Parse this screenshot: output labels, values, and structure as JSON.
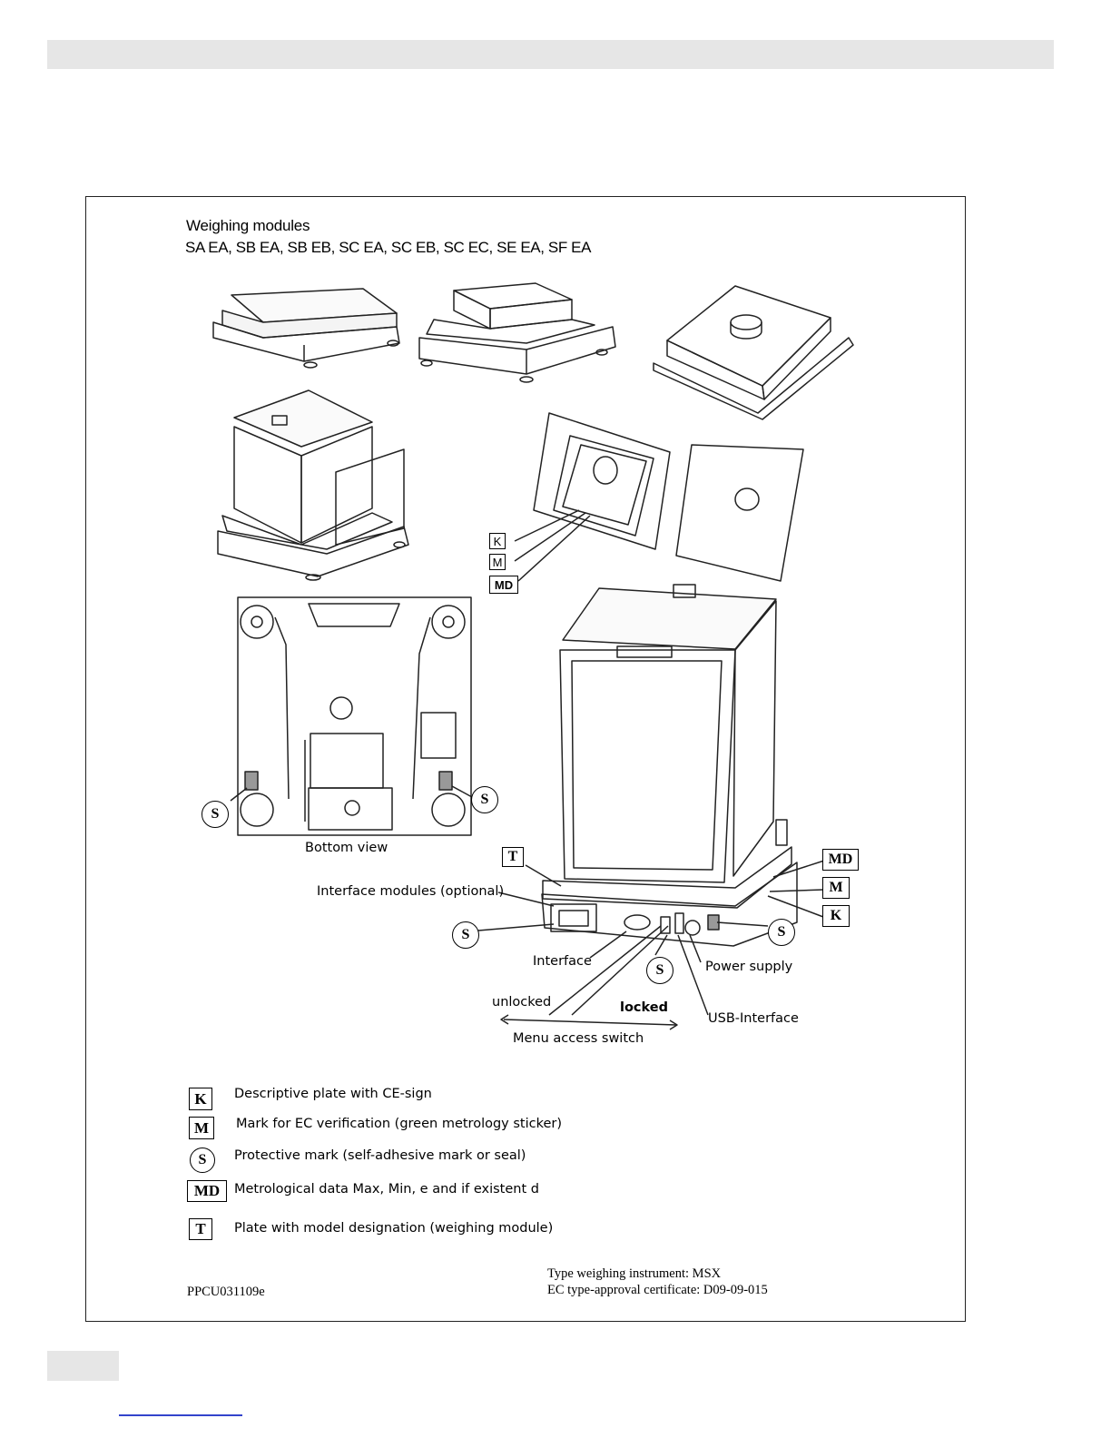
{
  "page": {
    "heading_line1": "Weighing modules",
    "heading_line2": "SA EA, SB EA, SB EB, SC EA, SC EB, SC EC, SE EA, SF EA"
  },
  "callouts": {
    "bottom_view": "Bottom view",
    "interface_modules": "Interface modules (optional)",
    "interface": "Interface",
    "power_supply": "Power supply",
    "unlocked": "unlocked",
    "locked": "locked",
    "menu_access_switch": "Menu access switch",
    "usb_interface": "USB-Interface"
  },
  "symbols": {
    "K": "K",
    "M": "M",
    "MD": "MD",
    "S": "S",
    "T": "T"
  },
  "legend": [
    {
      "symbol": "K",
      "text": "Descriptive plate with CE-sign"
    },
    {
      "symbol": "M",
      "text": "Mark for EC verification (green metrology sticker)"
    },
    {
      "symbol": "S",
      "text": "Protective mark (self-adhesive mark or seal)"
    },
    {
      "symbol": "MD",
      "text": "Metrological data Max, Min, e and if existent d"
    },
    {
      "symbol": "T",
      "text": "Plate with model designation (weighing module)"
    }
  ],
  "footer": {
    "doc_code": "PPCU031109e",
    "type_line": "Type weighing instrument: MSX",
    "cert_line": "EC type-approval certificate: D09-09-015"
  }
}
